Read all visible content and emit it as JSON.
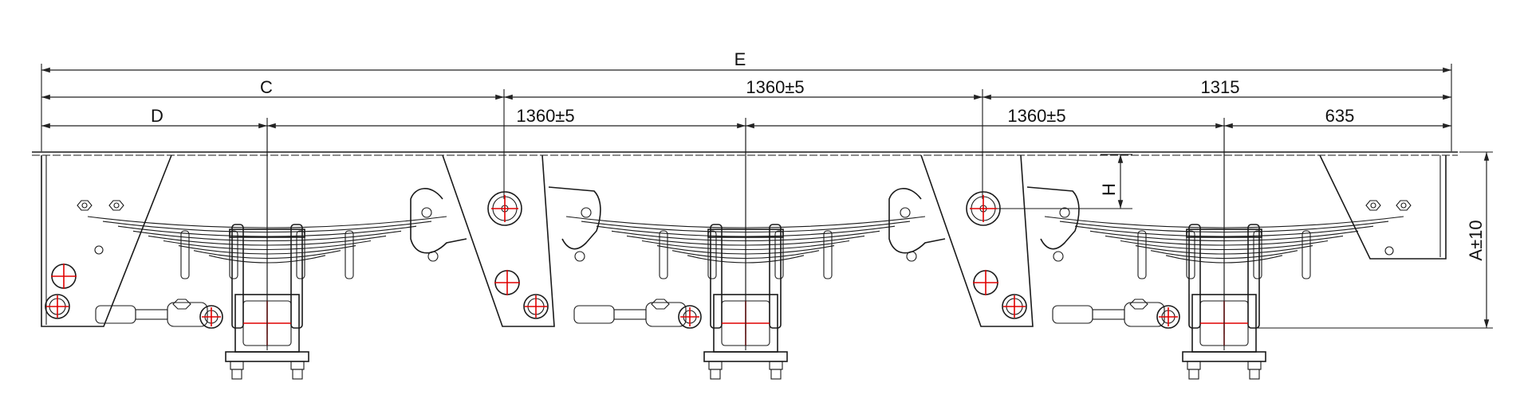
{
  "drawing": {
    "dimensions": {
      "overall": "E",
      "first_segment": "C",
      "front_overhang": "D",
      "spacing_1": "1360±5",
      "spacing_2": "1360±5",
      "spacing_3": "1360±5",
      "rear_1315": "1315",
      "rear_635": "635",
      "height": "A±10",
      "hanger_height": "H"
    },
    "axle_count": 3,
    "colors": {
      "line": "#1a1a1a",
      "center_marks": "#e00000",
      "background": "#ffffff"
    }
  }
}
